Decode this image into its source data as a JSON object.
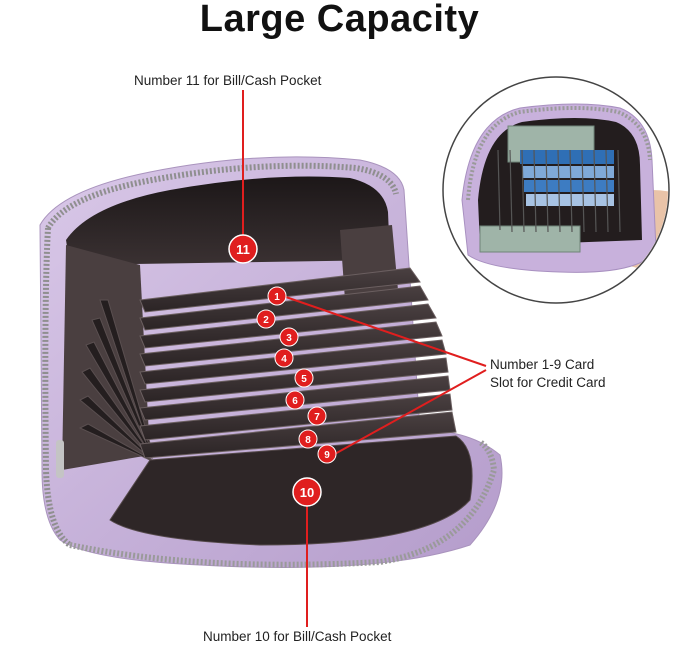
{
  "title": "Large Capacity",
  "labels": {
    "pocket_11": "Number 11 for Bill/Cash Pocket",
    "slots_line1": "Number 1-9 Card",
    "slots_line2": "Slot for Credit Card",
    "pocket_10": "Number 10 for Bill/Cash Pocket"
  },
  "badges": [
    "1",
    "2",
    "3",
    "4",
    "5",
    "6",
    "7",
    "8",
    "9",
    "10",
    "11"
  ],
  "colors": {
    "accent_red": "#e01e1e",
    "wallet_purple": "#c9b4dc",
    "wallet_interior": "#2a2324",
    "zipper": "#b8b8b8"
  }
}
